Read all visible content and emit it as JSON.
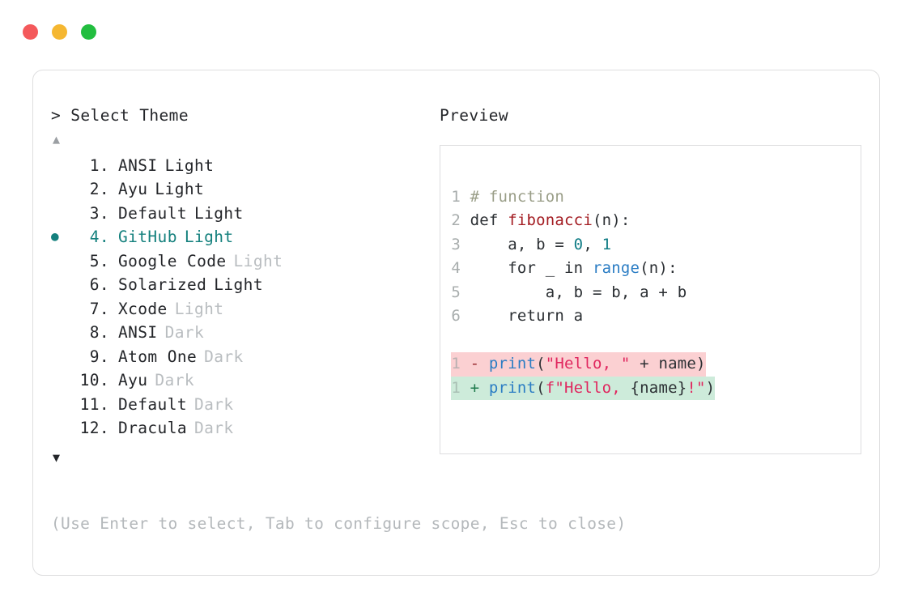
{
  "window": {
    "traffic_lights": [
      {
        "name": "close",
        "color": "#f4595b"
      },
      {
        "name": "minimize",
        "color": "#f5b731"
      },
      {
        "name": "maximize",
        "color": "#22be3f"
      }
    ]
  },
  "selector": {
    "prompt": "> Select Theme",
    "scroll_up": "▲",
    "scroll_down": "▼",
    "selected_index": 4,
    "bullet": "●",
    "items": [
      {
        "index": "1.",
        "name": "ANSI",
        "variant": "Light",
        "variant_dim": false,
        "selected": false
      },
      {
        "index": "2.",
        "name": "Ayu",
        "variant": "Light",
        "variant_dim": false,
        "selected": false
      },
      {
        "index": "3.",
        "name": "Default",
        "variant": "Light",
        "variant_dim": false,
        "selected": false
      },
      {
        "index": "4.",
        "name": "GitHub",
        "variant": "Light",
        "variant_dim": false,
        "selected": true
      },
      {
        "index": "5.",
        "name": "Google Code",
        "variant": "Light",
        "variant_dim": true,
        "selected": false
      },
      {
        "index": "6.",
        "name": "Solarized",
        "variant": "Light",
        "variant_dim": false,
        "selected": false
      },
      {
        "index": "7.",
        "name": "Xcode",
        "variant": "Light",
        "variant_dim": true,
        "selected": false
      },
      {
        "index": "8.",
        "name": "ANSI",
        "variant": "Dark",
        "variant_dim": true,
        "selected": false
      },
      {
        "index": "9.",
        "name": "Atom One",
        "variant": "Dark",
        "variant_dim": true,
        "selected": false
      },
      {
        "index": "10.",
        "name": "Ayu",
        "variant": "Dark",
        "variant_dim": true,
        "selected": false
      },
      {
        "index": "11.",
        "name": "Default",
        "variant": "Dark",
        "variant_dim": true,
        "selected": false
      },
      {
        "index": "12.",
        "name": "Dracula",
        "variant": "Dark",
        "variant_dim": true,
        "selected": false
      }
    ],
    "hint": "(Use Enter to select, Tab to configure scope, Esc to close)"
  },
  "preview": {
    "label": "Preview",
    "code_lines": [
      {
        "ln": "1",
        "tokens": [
          {
            "t": "# function",
            "c": "comment"
          }
        ]
      },
      {
        "ln": "2",
        "tokens": [
          {
            "t": "def ",
            "c": "plain"
          },
          {
            "t": "fibonacci",
            "c": "func"
          },
          {
            "t": "(n):",
            "c": "plain"
          }
        ]
      },
      {
        "ln": "3",
        "tokens": [
          {
            "t": "    a, b = ",
            "c": "plain"
          },
          {
            "t": "0",
            "c": "num"
          },
          {
            "t": ", ",
            "c": "plain"
          },
          {
            "t": "1",
            "c": "num"
          }
        ]
      },
      {
        "ln": "4",
        "tokens": [
          {
            "t": "    for _ in ",
            "c": "plain"
          },
          {
            "t": "range",
            "c": "builtin"
          },
          {
            "t": "(n):",
            "c": "plain"
          }
        ]
      },
      {
        "ln": "5",
        "tokens": [
          {
            "t": "        a, b = b, a + b",
            "c": "plain"
          }
        ]
      },
      {
        "ln": "6",
        "tokens": [
          {
            "t": "    return a",
            "c": "plain"
          }
        ]
      }
    ],
    "diff_lines": [
      {
        "ln": "1",
        "sign": "-",
        "kind": "del",
        "tokens": [
          {
            "t": " ",
            "c": "plain"
          },
          {
            "t": "print",
            "c": "builtin"
          },
          {
            "t": "(",
            "c": "plain"
          },
          {
            "t": "\"Hello, \"",
            "c": "str"
          },
          {
            "t": " + name)",
            "c": "plain"
          }
        ]
      },
      {
        "ln": "1",
        "sign": "+",
        "kind": "add",
        "tokens": [
          {
            "t": " ",
            "c": "plain"
          },
          {
            "t": "print",
            "c": "builtin"
          },
          {
            "t": "(",
            "c": "plain"
          },
          {
            "t": "f\"Hello, ",
            "c": "str"
          },
          {
            "t": "{name}",
            "c": "plain"
          },
          {
            "t": "!\"",
            "c": "str"
          },
          {
            "t": ")",
            "c": "plain"
          }
        ]
      }
    ]
  },
  "colors": {
    "accent_teal": "#14807d",
    "diff_del_bg": "#fbd0d2",
    "diff_add_bg": "#cdebda",
    "border": "#dededf",
    "dim_text": "#b9bdc0"
  }
}
